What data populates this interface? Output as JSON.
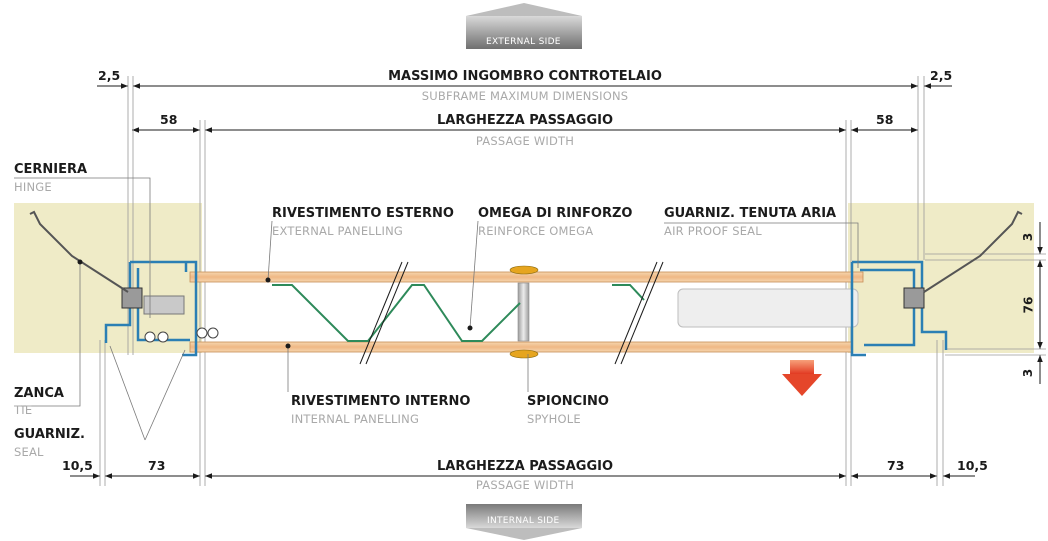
{
  "sides": {
    "external": "EXTERNAL SIDE",
    "internal": "INTERNAL SIDE"
  },
  "dimensions": {
    "subframe_it": "MASSIMO INGOMBRO CONTROTELAIO",
    "subframe_en": "SUBFRAME MAXIMUM DIMENSIONS",
    "passage_it": "LARGHEZZA PASSAGGIO",
    "passage_en": "PASSAGE WIDTH",
    "d_2_5": "2,5",
    "d_58": "58",
    "d_73": "73",
    "d_10_5": "10,5",
    "d_3": "3",
    "d_76": "76"
  },
  "labels": {
    "hinge_it": "CERNIERA",
    "hinge_en": "HINGE",
    "ext_panel_it": "RIVESTIMENTO ESTERNO",
    "ext_panel_en": "EXTERNAL PANELLING",
    "omega_it": "OMEGA DI RINFORZO",
    "omega_en": "REINFORCE OMEGA",
    "seal_air_it": "GUARNIZ. TENUTA ARIA",
    "seal_air_en": "AIR PROOF SEAL",
    "tie_it": "ZANCA",
    "tie_en": "TIE",
    "int_panel_it": "RIVESTIMENTO INTERNO",
    "int_panel_en": "INTERNAL PANELLING",
    "spyhole_it": "SPIONCINO",
    "spyhole_en": "SPYHOLE",
    "seal_it": "GUARNIZ.",
    "seal_en": "SEAL"
  },
  "colors": {
    "wall": "#efebc7",
    "panel": "#f3c79a",
    "frame": "#2b7fb4",
    "omega": "#2e8a5a",
    "arrow": "#e5462a"
  }
}
